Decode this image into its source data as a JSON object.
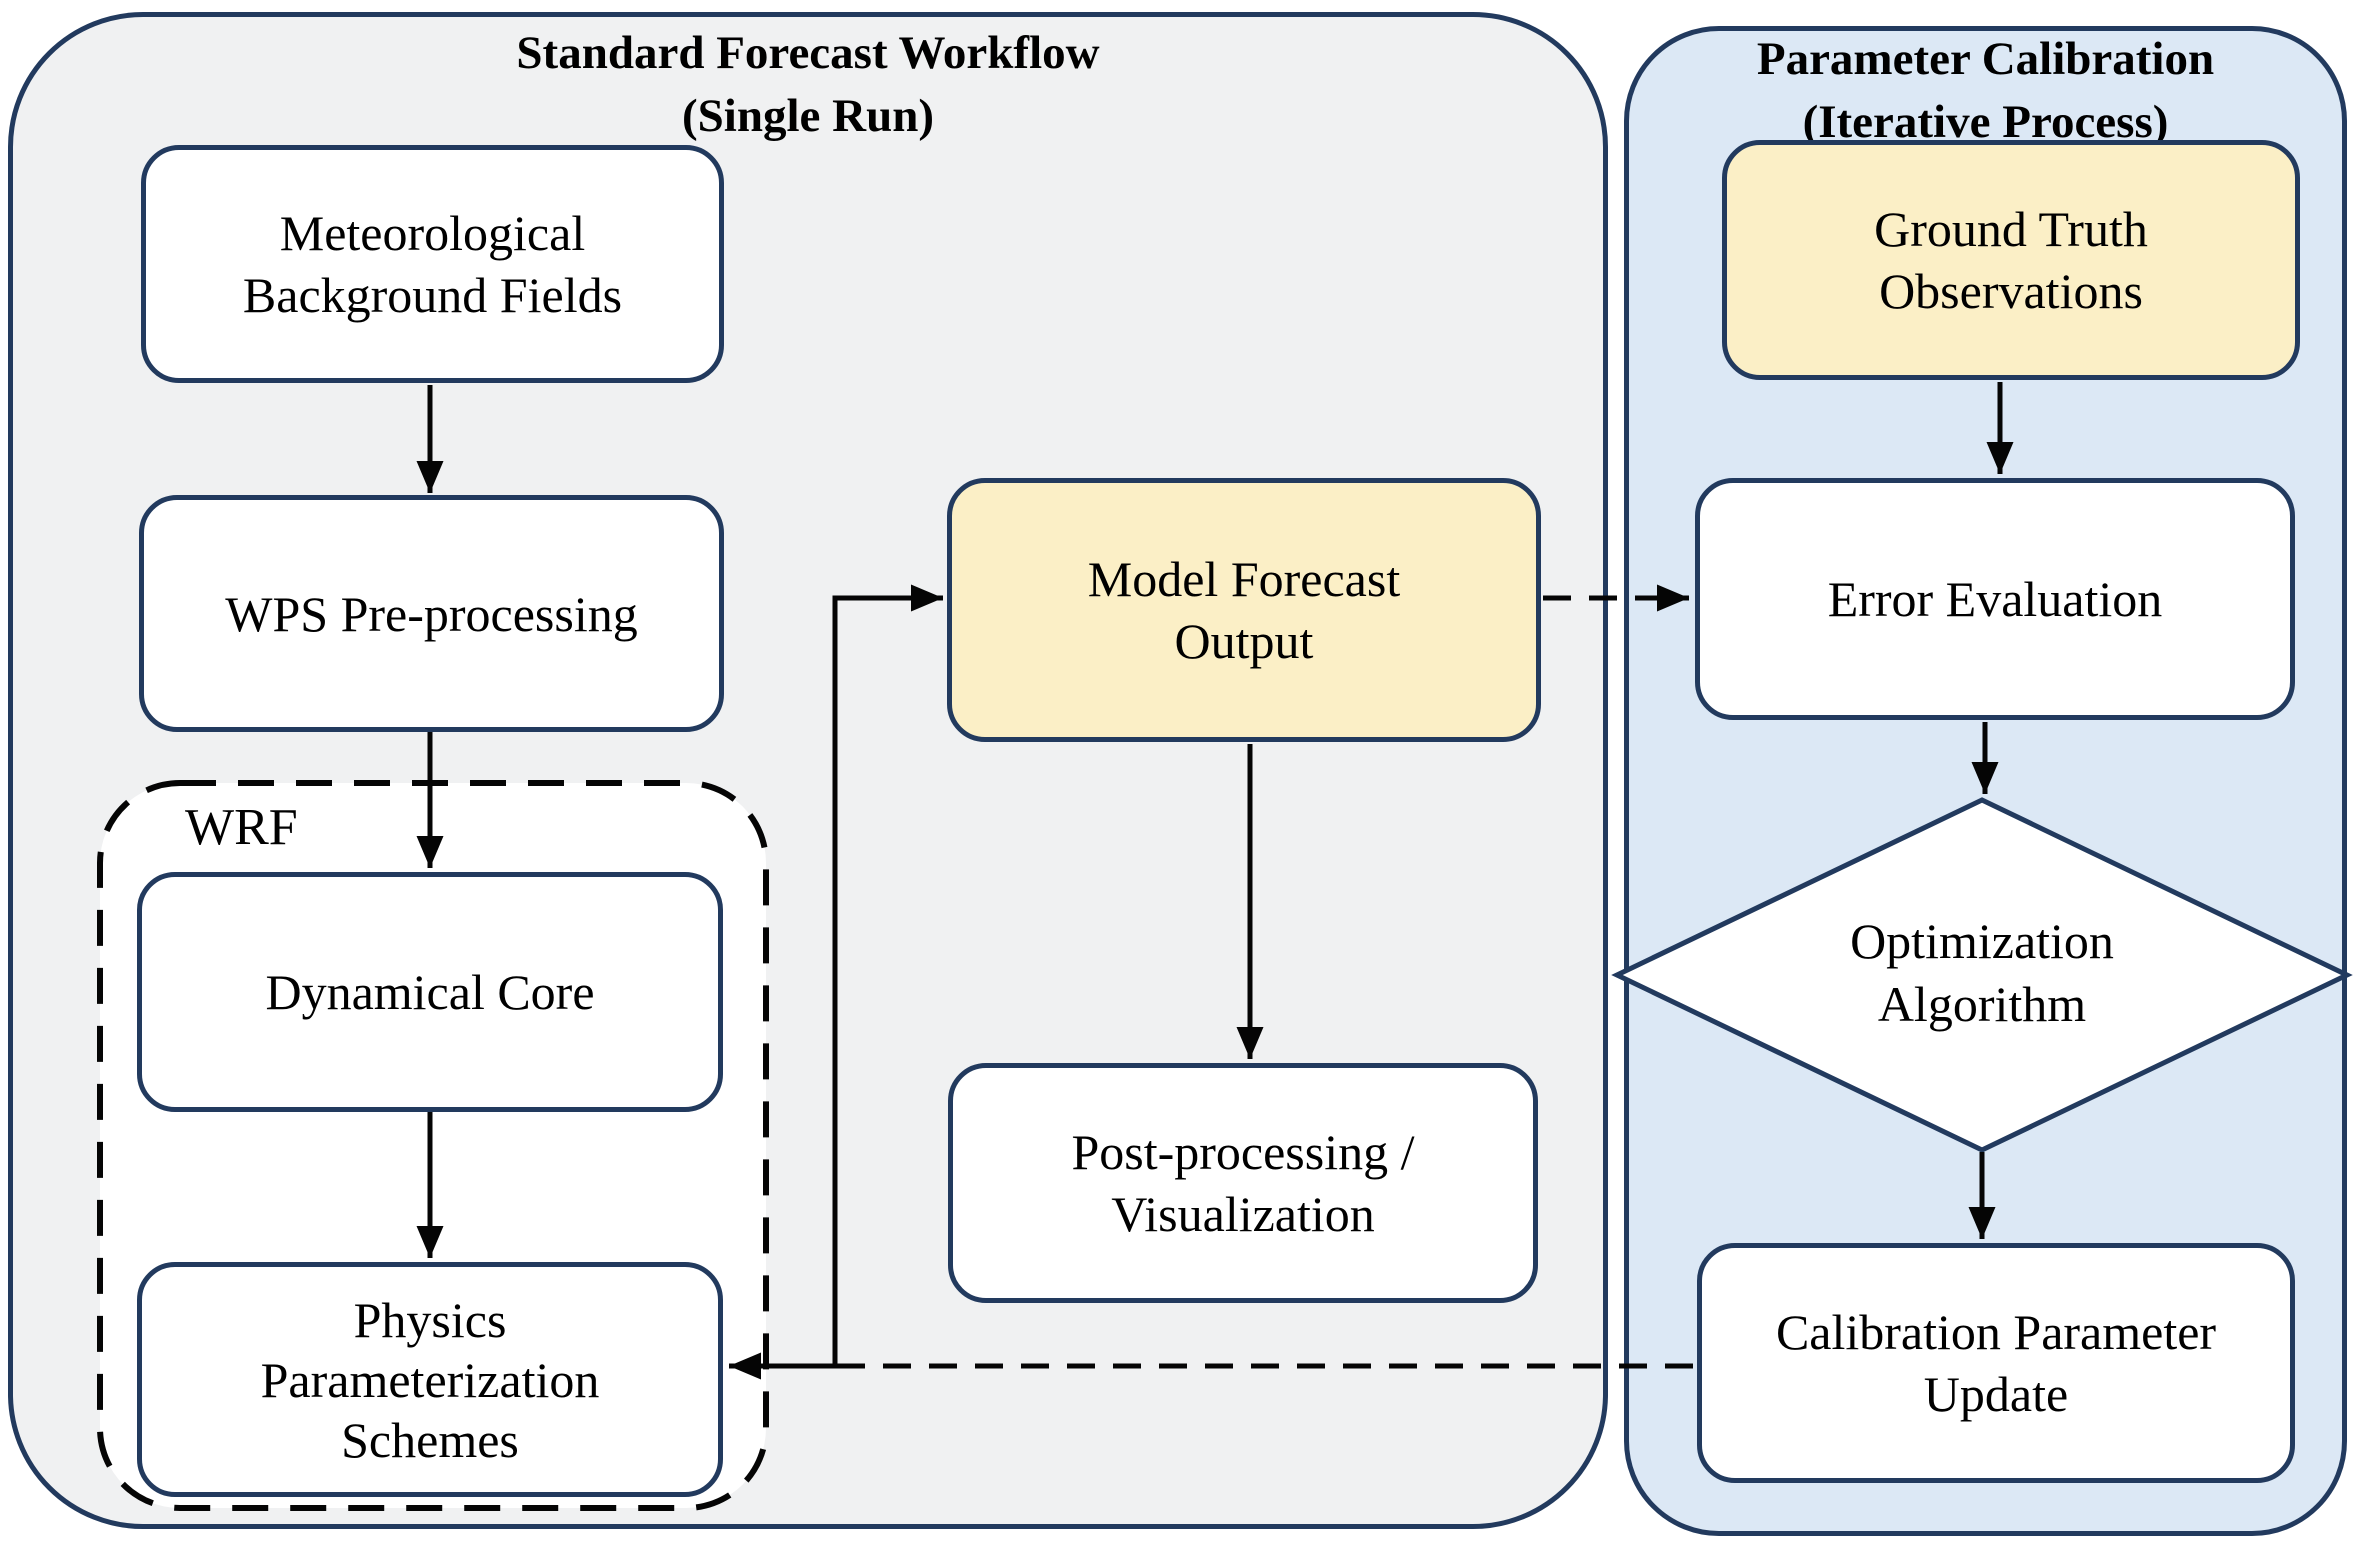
{
  "colors": {
    "navy_border": "#223a5e",
    "panel_left_fill": "#f0f1f2",
    "panel_right_fill": "#dce8f5",
    "node_fill_white": "#ffffff",
    "node_fill_yellow": "#fbefc6",
    "arrow_black": "#050505",
    "text_black": "#000000",
    "canvas_bg": "#ffffff"
  },
  "left_panel": {
    "title": {
      "line1": "Standard Forecast Workflow",
      "line2": "(Single Run)"
    },
    "wrf_group_label": "WRF",
    "nodes": {
      "meteorological_background_fields": {
        "lines": [
          "Meteorological",
          "Background Fields"
        ]
      },
      "wps_preprocessing": {
        "lines": [
          "WPS Pre-processing"
        ]
      },
      "dynamical_core": {
        "lines": [
          "Dynamical Core"
        ]
      },
      "physics_parameterization_schemes": {
        "lines": [
          "Physics",
          "Parameterization",
          "Schemes"
        ]
      },
      "model_forecast_output": {
        "lines": [
          "Model Forecast",
          "Output"
        ]
      },
      "post_processing_visualization": {
        "lines": [
          "Post-processing /",
          "Visualization"
        ]
      }
    }
  },
  "right_panel": {
    "title": {
      "line1": "Parameter Calibration",
      "line2": "(Iterative Process)"
    },
    "nodes": {
      "ground_truth_observations": {
        "lines": [
          "Ground Truth",
          "Observations"
        ]
      },
      "error_evaluation": {
        "lines": [
          "Error Evaluation"
        ]
      },
      "optimization_algorithm": {
        "lines": [
          "Optimization",
          "Algorithm"
        ]
      },
      "calibration_parameter_update": {
        "lines": [
          "Calibration Parameter",
          "Update"
        ]
      }
    }
  },
  "edges": [
    {
      "from": "meteorological_background_fields",
      "to": "wps_preprocessing",
      "style": "solid"
    },
    {
      "from": "wps_preprocessing",
      "to": "dynamical_core",
      "style": "solid"
    },
    {
      "from": "dynamical_core",
      "to": "physics_parameterization_schemes",
      "style": "solid"
    },
    {
      "from": "physics_parameterization_schemes",
      "to": "model_forecast_output",
      "style": "solid"
    },
    {
      "from": "model_forecast_output",
      "to": "post_processing_visualization",
      "style": "solid"
    },
    {
      "from": "model_forecast_output",
      "to": "error_evaluation",
      "style": "dashed"
    },
    {
      "from": "ground_truth_observations",
      "to": "error_evaluation",
      "style": "solid"
    },
    {
      "from": "error_evaluation",
      "to": "optimization_algorithm",
      "style": "solid"
    },
    {
      "from": "optimization_algorithm",
      "to": "calibration_parameter_update",
      "style": "solid"
    },
    {
      "from": "calibration_parameter_update",
      "to": "physics_parameterization_schemes",
      "style": "dashed"
    }
  ]
}
